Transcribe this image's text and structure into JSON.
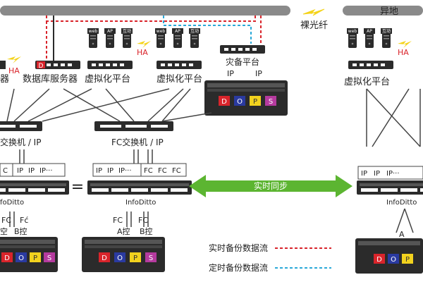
{
  "site_local_bar": "",
  "site_remote_bar": "异地",
  "fiber_label": "裸光纤",
  "ha_label": "HA",
  "db_server_label": "数据库服务器",
  "db_server_label_left": "器",
  "virt_platform_label": "虚拟化平台",
  "dr_platform_label": "灾备平台",
  "ip_label": "IP",
  "fc_switch_label": "FC交换机 / IP",
  "switch_label_left": "交换机 / IP",
  "port_labels": [
    "IP",
    "IP",
    "IP···",
    "FC",
    "FC",
    "FC"
  ],
  "port_labels_left": [
    "C",
    "IP",
    "IP",
    "IP···"
  ],
  "infoditto_label": "InfoDitto",
  "infoditto_label_left": "foDitto",
  "equals_sign": "=",
  "sync_label": "实时同步",
  "fc_label": "FC",
  "fc_label_alt": "Fć",
  "a_ctrl_label": "A控",
  "b_ctrl_label": "B控",
  "a_ctrl_left": "空",
  "b_ctrl_left": "B控",
  "a_label": "A",
  "server_tags": [
    "web",
    "AP",
    "互动"
  ],
  "storage_slots": [
    "D",
    "O",
    "P",
    "S"
  ],
  "legend": {
    "realtime": "实时备份数据流",
    "scheduled": "定时备份数据流"
  },
  "colors": {
    "dark": "#2b2b2b",
    "ha_red": "#d9242b",
    "sync_green": "#5cb531",
    "realtime_red": "#d9242b",
    "scheduled_blue": "#2aa8d8",
    "bar_gray": "#8a8a8a",
    "slot_d": "#d9242b",
    "slot_o": "#2a3aa0",
    "slot_p": "#f2d21e",
    "slot_s": "#b53a9e"
  },
  "icons": [
    "lightning-icon",
    "server-icon",
    "storage-array-icon",
    "switch-icon",
    "double-arrow-icon"
  ]
}
